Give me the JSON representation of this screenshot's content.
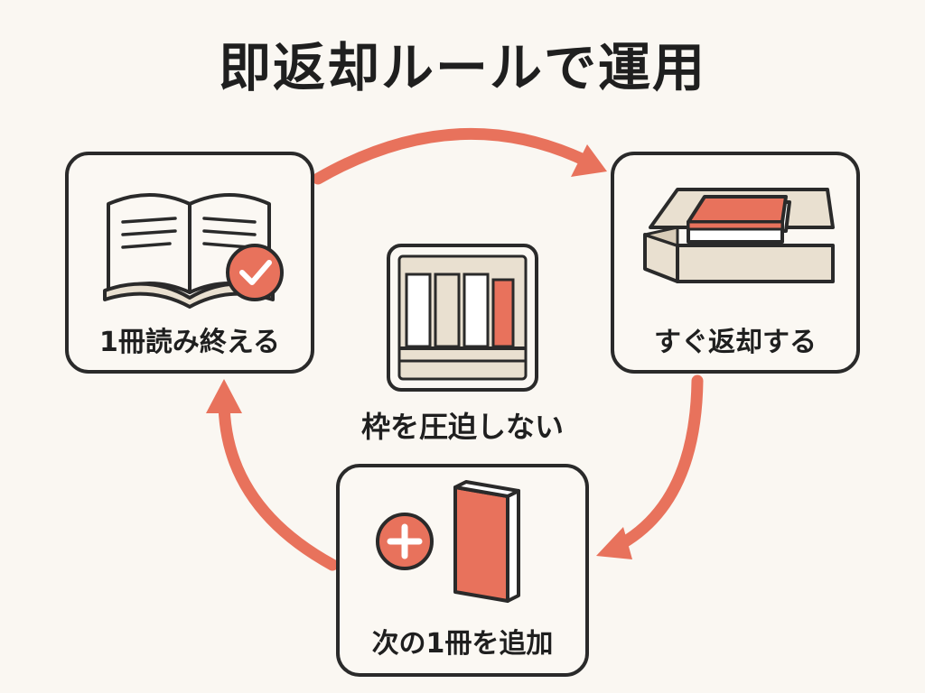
{
  "title": "即返却ルールで運用",
  "steps": {
    "finish": {
      "label": "1冊読み終える",
      "icon": "open-book-check-icon"
    },
    "return": {
      "label": "すぐ返却する",
      "icon": "book-in-tray-icon"
    },
    "add": {
      "label": "次の1冊を追加",
      "icon": "plus-book-icon"
    }
  },
  "center": {
    "label": "枠を圧迫しない",
    "icon": "bookshelf-icon"
  },
  "colors": {
    "accent": "#e8725c",
    "ink": "#2a2a2a",
    "paper": "#fbf8f3",
    "beige": "#e9e0d0"
  }
}
